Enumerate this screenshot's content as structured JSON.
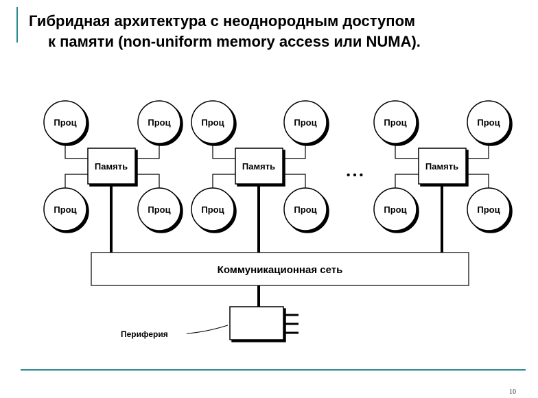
{
  "slide": {
    "title_line1": "Гибридная архитектура  с  неоднородным доступом",
    "title_line2": "к памяти (non-uniform memory access или NUMA).",
    "page_number": "10"
  },
  "diagram": {
    "nodes": [
      {
        "memory_label": "Память",
        "processors": [
          "Проц",
          "Проц",
          "Проц",
          "Проц"
        ]
      },
      {
        "memory_label": "Память",
        "processors": [
          "Проц",
          "Проц",
          "Проц",
          "Проц"
        ]
      },
      {
        "memory_label": "Память",
        "processors": [
          "Проц",
          "Проц",
          "Проц",
          "Проц"
        ]
      }
    ],
    "ellipsis": "• • •",
    "network_label": "Коммуникационная сеть",
    "peripheral_label": "Периферия"
  }
}
